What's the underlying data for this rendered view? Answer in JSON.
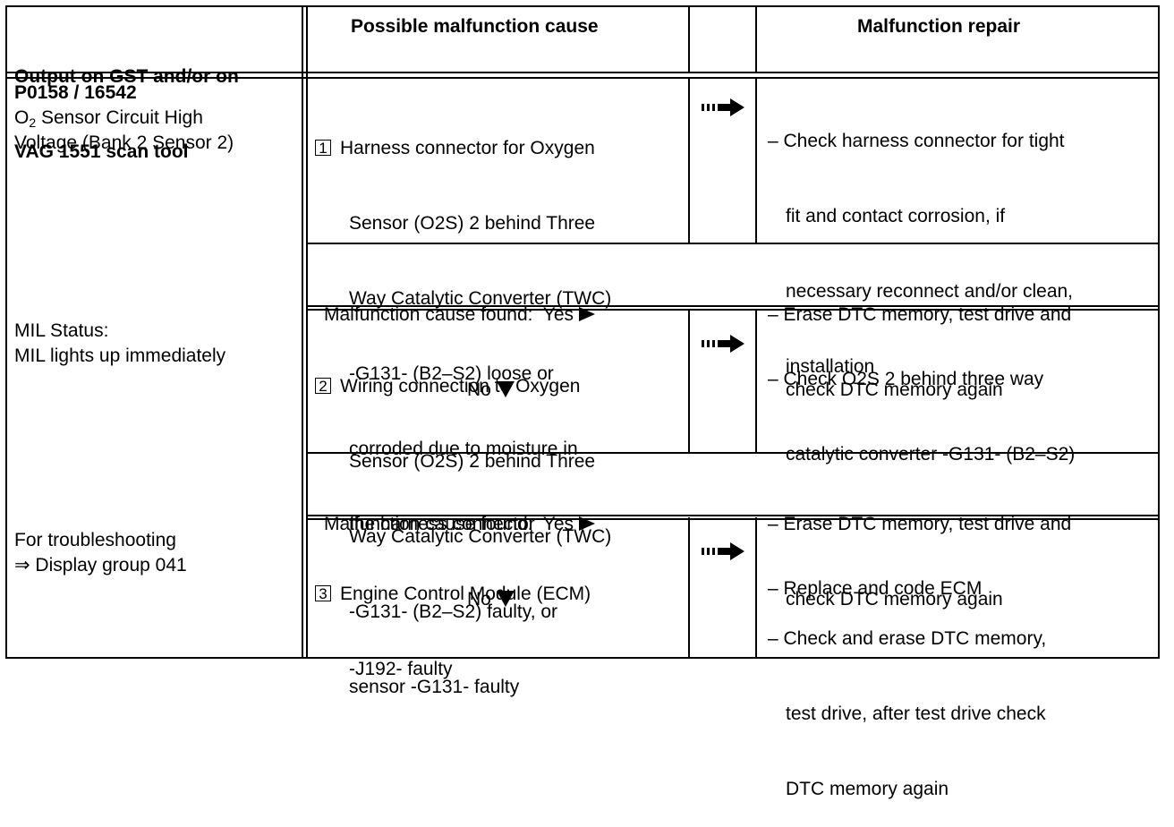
{
  "headers": {
    "col1": [
      "Output on GST and/or on",
      "VAG 1551 scan tool"
    ],
    "col2": "Possible malfunction cause",
    "col3": "Malfunction repair"
  },
  "left": {
    "code": "P0158 / 16542",
    "desc_o": "O",
    "desc_sub": "2",
    "desc_rest": " Sensor Circuit High",
    "desc2": "Voltage (Bank 2 Sensor 2)",
    "mil1": "MIL Status:",
    "mil2": "MIL lights up immediately",
    "tr1": "For troubleshooting",
    "tr2": "⇒ Display group 041"
  },
  "causes": [
    {
      "num": "1",
      "lines": [
        "Harness connector for Oxygen",
        "Sensor (O2S) 2 behind Three",
        "Way Catalytic Converter (TWC)",
        "-G131- (B2–S2) loose or",
        "corroded due to moisture in",
        "the harness connector"
      ]
    },
    {
      "num": "2",
      "lines": [
        "Wiring connection to Oxygen",
        "Sensor (O2S) 2 behind Three",
        "Way Catalytic Converter (TWC)",
        "-G131- (B2–S2) faulty, or",
        "sensor -G131- faulty"
      ]
    },
    {
      "num": "3",
      "lines": [
        "Engine Control Module (ECM)",
        "-J192- faulty"
      ]
    }
  ],
  "repairs": [
    [
      "– Check harness connector for tight",
      "fit and contact corrosion, if",
      "necessary reconnect and/or clean,",
      "installation"
    ],
    [
      "– Check O2S 2 behind three way",
      "catalytic converter -G131- (B2–S2)"
    ],
    [
      "– Replace and code ECM"
    ],
    [
      "– Check and erase DTC memory,",
      "test drive, after test drive check",
      "DTC memory again"
    ]
  ],
  "found": {
    "yes": "Malfunction cause found:  Yes",
    "no": "No",
    "erase1": "– Erase DTC memory, test drive and",
    "erase2": "check DTC memory again"
  }
}
